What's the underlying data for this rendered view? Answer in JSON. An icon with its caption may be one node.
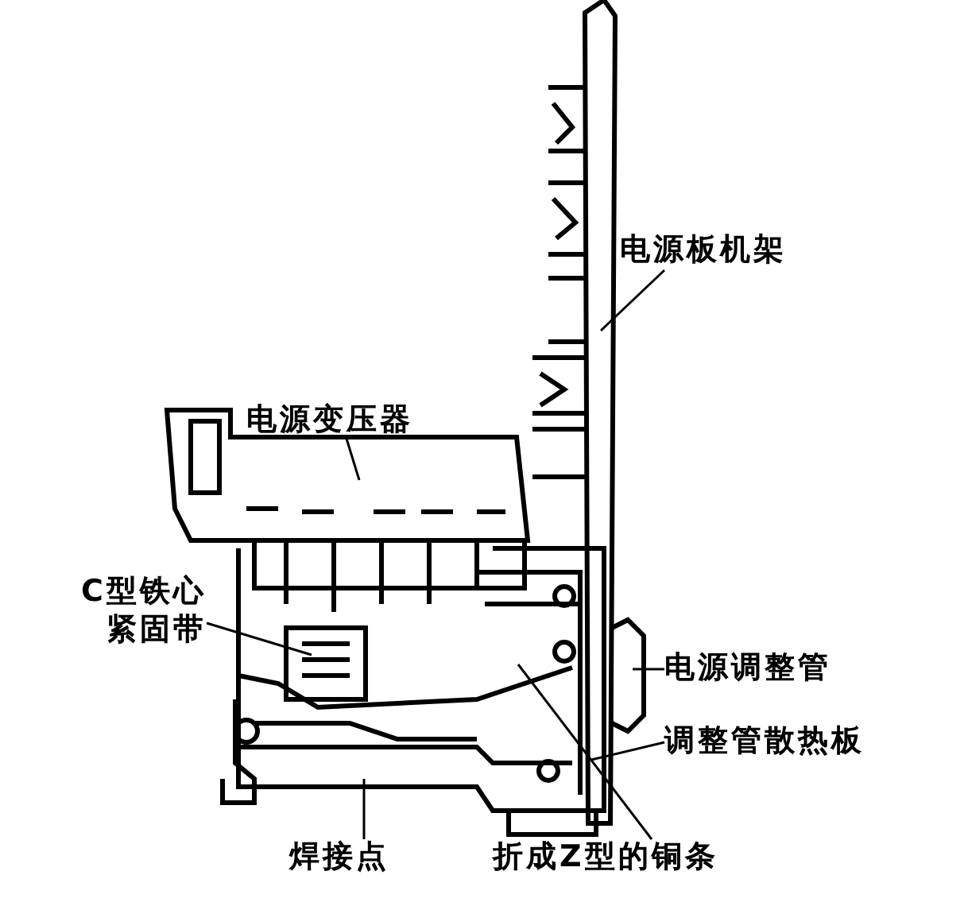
{
  "diagram": {
    "nodes": [
      {
        "text": [
          "电源板机架"
        ]
      },
      {
        "text": [
          "电源变压器"
        ]
      },
      {
        "text": [
          "C型铁心紧固带"
        ]
      },
      {
        "text": [
          "电源调整管"
        ]
      },
      {
        "text": [
          "调整管散热板"
        ]
      },
      {
        "text": [
          "焊接点"
        ]
      },
      {
        "text": [
          "折成Z型的铜条"
        ]
      }
    ],
    "edges": [
      {
        "from": 0,
        "to": null,
        "arrow": "none"
      },
      {
        "from": 1,
        "to": null,
        "arrow": "none"
      },
      {
        "from": 2,
        "to": null,
        "arrow": "none"
      },
      {
        "from": 3,
        "to": null,
        "arrow": "none"
      },
      {
        "from": 4,
        "to": null,
        "arrow": "none"
      },
      {
        "from": 5,
        "to": null,
        "arrow": "none"
      },
      {
        "from": 6,
        "to": null,
        "arrow": "none"
      }
    ]
  }
}
